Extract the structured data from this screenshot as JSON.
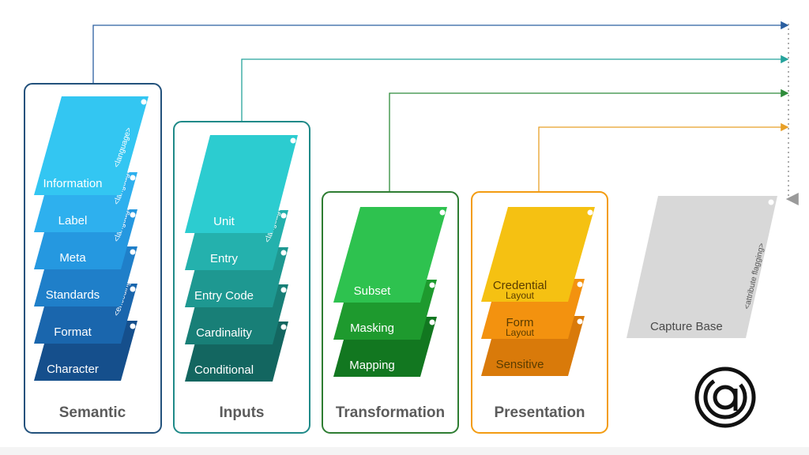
{
  "colors": {
    "semantic_border": "#23527c",
    "inputs_border": "#1f8a88",
    "transformation_border": "#2e7d32",
    "presentation_border": "#f39c12",
    "capture_base": "#d8d8d8",
    "arrow_semantic": "#2b5fa0",
    "arrow_inputs": "#26a39c",
    "arrow_transformation": "#2e8b3a",
    "arrow_presentation": "#e8a028"
  },
  "groups": {
    "semantic": {
      "title": "Semantic",
      "layers": [
        {
          "label": "Information",
          "tag": "<language>",
          "color": "#33c6f2"
        },
        {
          "label": "Label",
          "tag": "<language>",
          "color": "#2eb0ee"
        },
        {
          "label": "Meta",
          "tag": "<language>",
          "color": "#2598e0"
        },
        {
          "label": "Standards",
          "tag": "",
          "color": "#1f7fc9"
        },
        {
          "label": "Format",
          "tag": "<encoding>",
          "color": "#1a66ad"
        },
        {
          "label": "Character",
          "tag": "",
          "color": "#154f8c"
        }
      ]
    },
    "inputs": {
      "title": "Inputs",
      "layers": [
        {
          "label": "Unit",
          "tag": "",
          "color": "#2cccd0"
        },
        {
          "label": "Entry",
          "tag": "<language>",
          "color": "#24b1ad"
        },
        {
          "label": "Entry Code",
          "tag": "",
          "color": "#1e9891"
        },
        {
          "label": "Cardinality",
          "tag": "",
          "color": "#187f77"
        },
        {
          "label": "Conditional",
          "tag": "",
          "color": "#136660"
        }
      ]
    },
    "transformation": {
      "title": "Transformation",
      "layers": [
        {
          "label": "Subset",
          "sub": "",
          "color": "#2ec24f"
        },
        {
          "label": "Masking",
          "sub": "",
          "color": "#1e9a2e"
        },
        {
          "label": "Mapping",
          "sub": "",
          "color": "#127720"
        }
      ]
    },
    "presentation": {
      "title": "Presentation",
      "layers": [
        {
          "label": "Credential",
          "sub": "Layout",
          "color": "#f5c112"
        },
        {
          "label": "Form",
          "sub": "Layout",
          "color": "#f3920f"
        },
        {
          "label": "Sensitive",
          "sub": "",
          "color": "#d97a0a"
        }
      ]
    }
  },
  "capture_base": {
    "label": "Capture Base",
    "tag": "<attribute flagging>"
  },
  "logo": {
    "icon": "at-sign-circle-logo"
  }
}
